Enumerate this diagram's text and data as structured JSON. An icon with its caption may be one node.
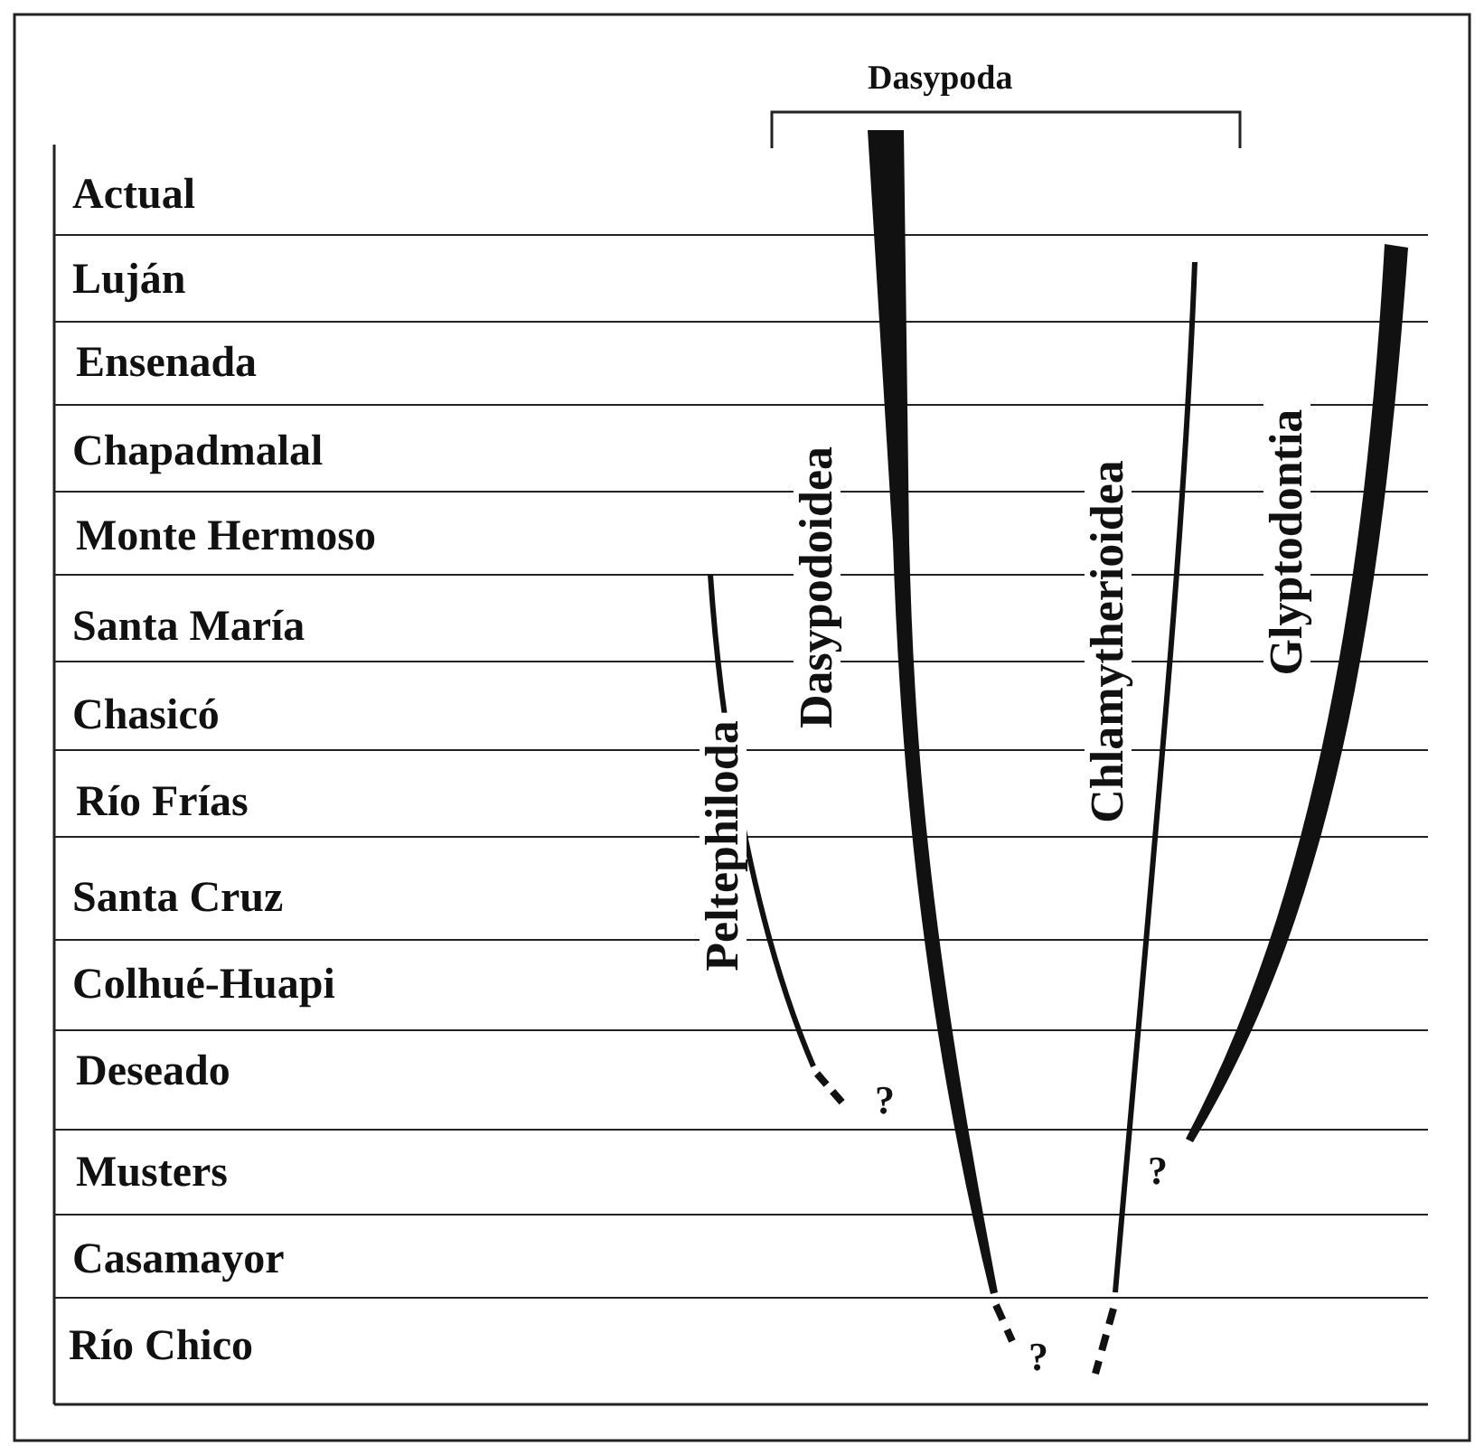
{
  "diagram": {
    "labels": [
      "Dasypoda",
      "Actual",
      "Luján",
      "Ensenada",
      "Chapadmalal",
      "Monte Hermoso",
      "Santa María",
      "Chasicó",
      "Río Frías",
      "Santa Cruz",
      "Colhué-Huapi",
      "Deseado",
      "Musters",
      "Casamayor",
      "Río Chico",
      "Peltephiloda",
      "Dasypodoidea",
      "Chlamytherioidea",
      "Glyptodontia",
      "?",
      "?",
      "?"
    ]
  }
}
